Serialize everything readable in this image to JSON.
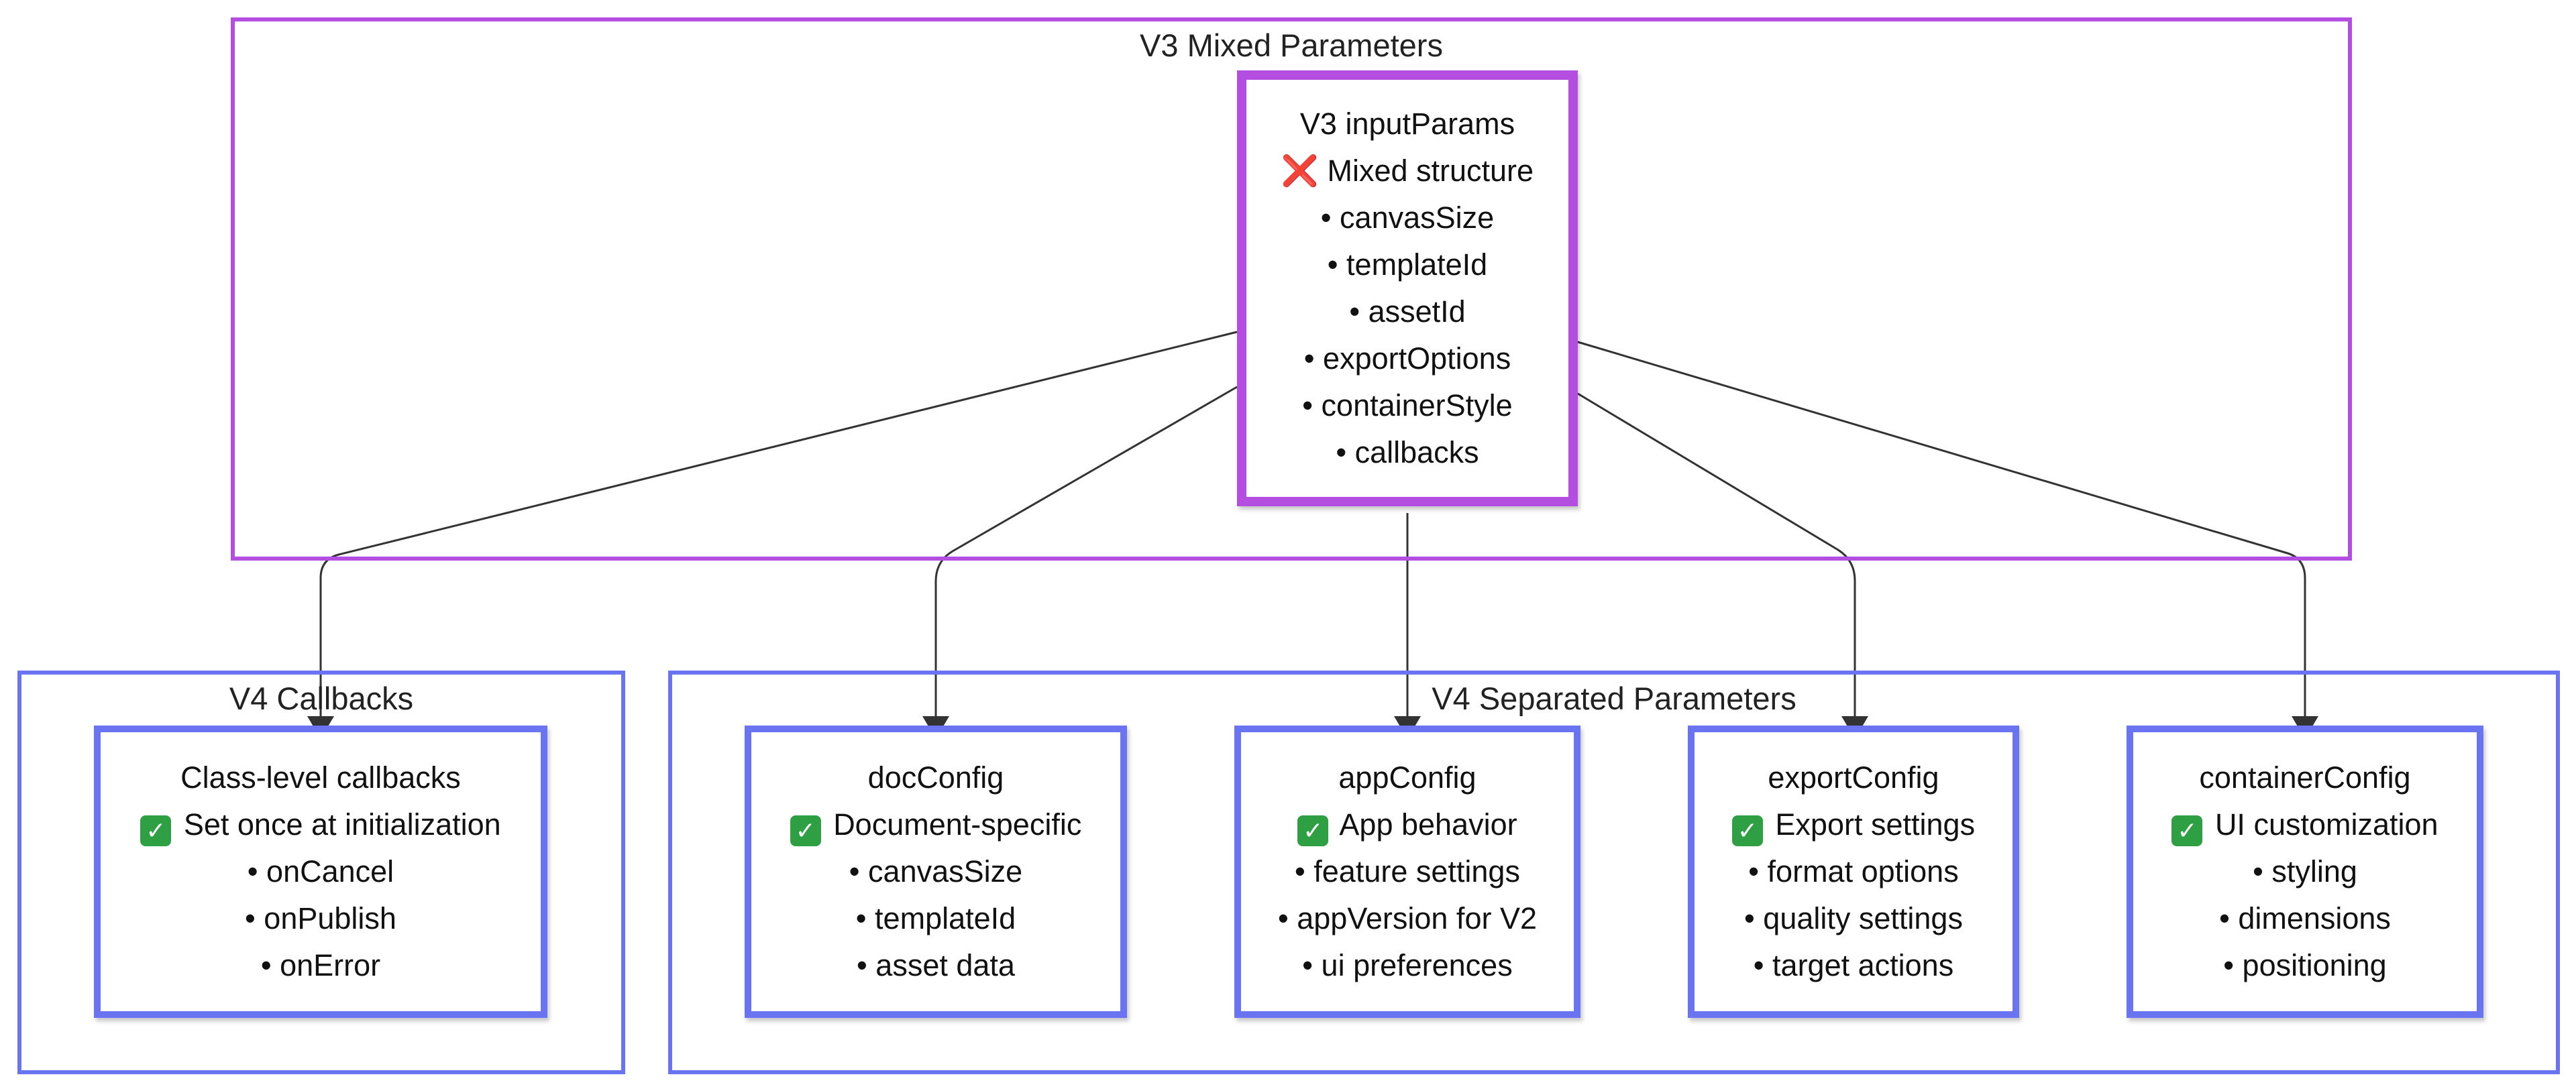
{
  "clusters": {
    "v3": {
      "label": "V3 Mixed Parameters"
    },
    "v4_callbacks": {
      "label": "V4 Callbacks"
    },
    "v4_separated": {
      "label": "V4 Separated Parameters"
    }
  },
  "nodes": {
    "v3_input": {
      "title": "V3 inputParams",
      "status_icon": "cross-mark-icon",
      "status_mark": "❌",
      "status": "Mixed structure",
      "items": [
        "• canvasSize",
        "• templateId",
        "• assetId",
        "• exportOptions",
        "• containerStyle",
        "• callbacks"
      ]
    },
    "callbacks": {
      "title": "Class-level callbacks",
      "status_icon": "check-mark-icon",
      "status_mark": "✓",
      "status": "Set once at initialization",
      "items": [
        "• onCancel",
        "• onPublish",
        "• onError"
      ]
    },
    "doc_config": {
      "title": "docConfig",
      "status_icon": "check-mark-icon",
      "status_mark": "✓",
      "status": "Document-specific",
      "items": [
        "• canvasSize",
        "• templateId",
        "• asset data"
      ]
    },
    "app_config": {
      "title": "appConfig",
      "status_icon": "check-mark-icon",
      "status_mark": "✓",
      "status": "App behavior",
      "items": [
        "• feature settings",
        "• appVersion for V2",
        "• ui preferences"
      ]
    },
    "export_config": {
      "title": "exportConfig",
      "status_icon": "check-mark-icon",
      "status_mark": "✓",
      "status": "Export settings",
      "items": [
        "• format options",
        "• quality settings",
        "• target actions"
      ]
    },
    "container_config": {
      "title": "containerConfig",
      "status_icon": "check-mark-icon",
      "status_mark": "✓",
      "status": "UI customization",
      "items": [
        "• styling",
        "• dimensions",
        "• positioning"
      ]
    }
  },
  "colors": {
    "v3_border": "#b34ee0",
    "v4_border": "#6b74f0",
    "edge": "#333333",
    "cross": "#e0241c",
    "check": "#2ea043"
  }
}
